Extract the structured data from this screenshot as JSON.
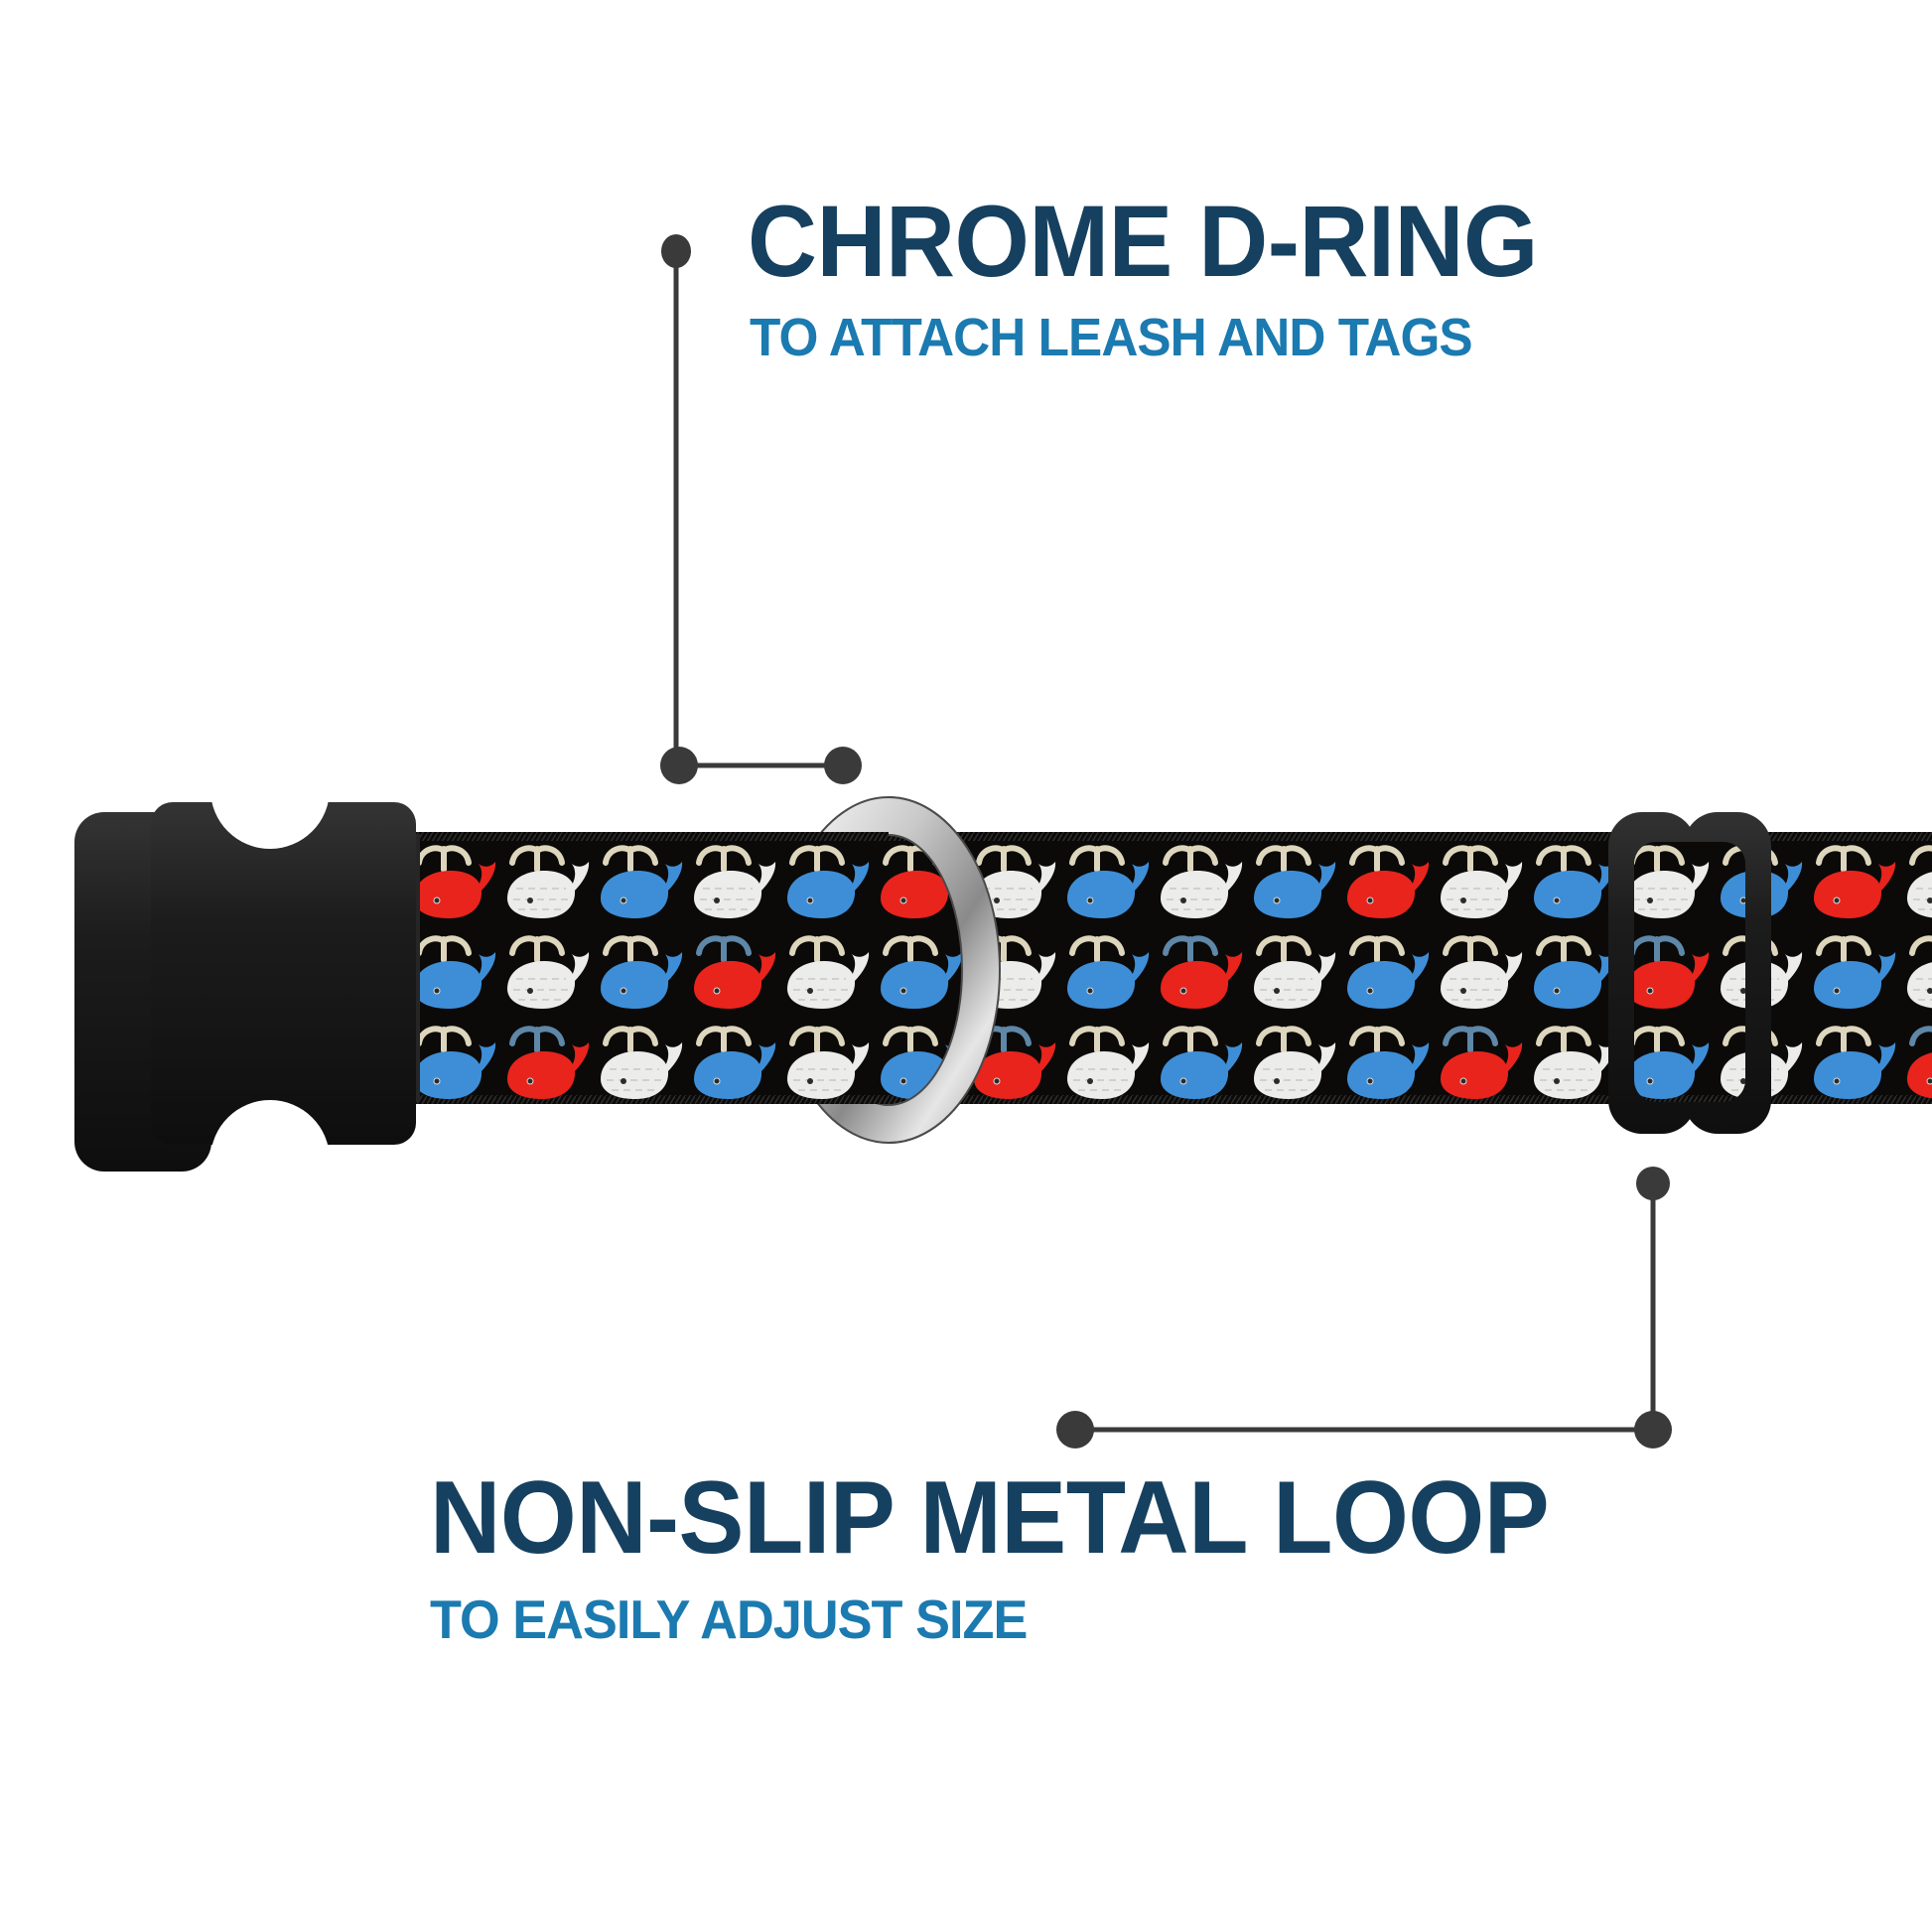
{
  "page": {
    "background": "#ffffff",
    "description": "Dog collar product feature diagram with whale pattern webbing"
  },
  "annotations": {
    "d_ring": {
      "title": "CHROME D-RING",
      "subtitle": "TO ATTACH LEASH AND TAGS"
    },
    "metal_loop": {
      "title": "NON-SLIP METAL LOOP",
      "subtitle": "TO EASILY ADJUST SIZE"
    }
  },
  "collar": {
    "parts": [
      {
        "name": "side-release-buckle",
        "material": "black plastic"
      },
      {
        "name": "whale-pattern-webbing",
        "material": "black nylon"
      },
      {
        "name": "chrome-d-ring",
        "material": "polished metal"
      },
      {
        "name": "non-slip-metal-loop-slider",
        "material": "black plastic"
      }
    ]
  },
  "pattern": {
    "motif": "whale-icon",
    "rows": [
      {
        "whales": [
          "R",
          "W",
          "B",
          "W",
          "B",
          "R",
          "W",
          "B",
          "W",
          "B",
          "R",
          "W",
          "B",
          "W",
          "B",
          "R",
          "W"
        ],
        "spouts": [
          "c",
          "c",
          "c",
          "c",
          "c",
          "c",
          "c",
          "c",
          "c",
          "c",
          "c",
          "c",
          "c",
          "c",
          "c",
          "c",
          "c"
        ]
      },
      {
        "whales": [
          "B",
          "W",
          "B",
          "R",
          "W",
          "B",
          "W",
          "B",
          "R",
          "W",
          "B",
          "W",
          "B",
          "R",
          "W",
          "B",
          "W"
        ],
        "spouts": [
          "c",
          "c",
          "c",
          "b",
          "c",
          "c",
          "c",
          "c",
          "b",
          "c",
          "c",
          "c",
          "c",
          "b",
          "c",
          "c",
          "c"
        ]
      },
      {
        "whales": [
          "B",
          "R",
          "W",
          "B",
          "W",
          "B",
          "R",
          "W",
          "B",
          "W",
          "B",
          "R",
          "W",
          "B",
          "W",
          "B",
          "R"
        ],
        "spouts": [
          "c",
          "b",
          "c",
          "c",
          "c",
          "c",
          "b",
          "c",
          "c",
          "c",
          "c",
          "b",
          "c",
          "c",
          "c",
          "c",
          "b"
        ]
      }
    ]
  },
  "colors": {
    "title": "#16405f",
    "subtitle": "#1b7ab0",
    "callout": "#3a3a3a",
    "webbing": "#0b0a09",
    "webbing_weave": "#2d2d2d",
    "whale_red": "#e8241d",
    "whale_white": "#ececea",
    "whale_blue": "#3e8ed7",
    "whale_texture": "#c9c9c6",
    "eye": "#2b2b2b",
    "spout_cream": "#ddd6bd",
    "spout_blue": "#5e87a8",
    "plastic_hi": "#343434",
    "plastic_mid": "#1c1c1c",
    "plastic_lo": "#0e0e0e",
    "chrome_light": "#ffffff",
    "chrome_mid": "#c9c9c9",
    "chrome_dark": "#8a8a8a",
    "chrome_edge": "#4a4a4a"
  }
}
